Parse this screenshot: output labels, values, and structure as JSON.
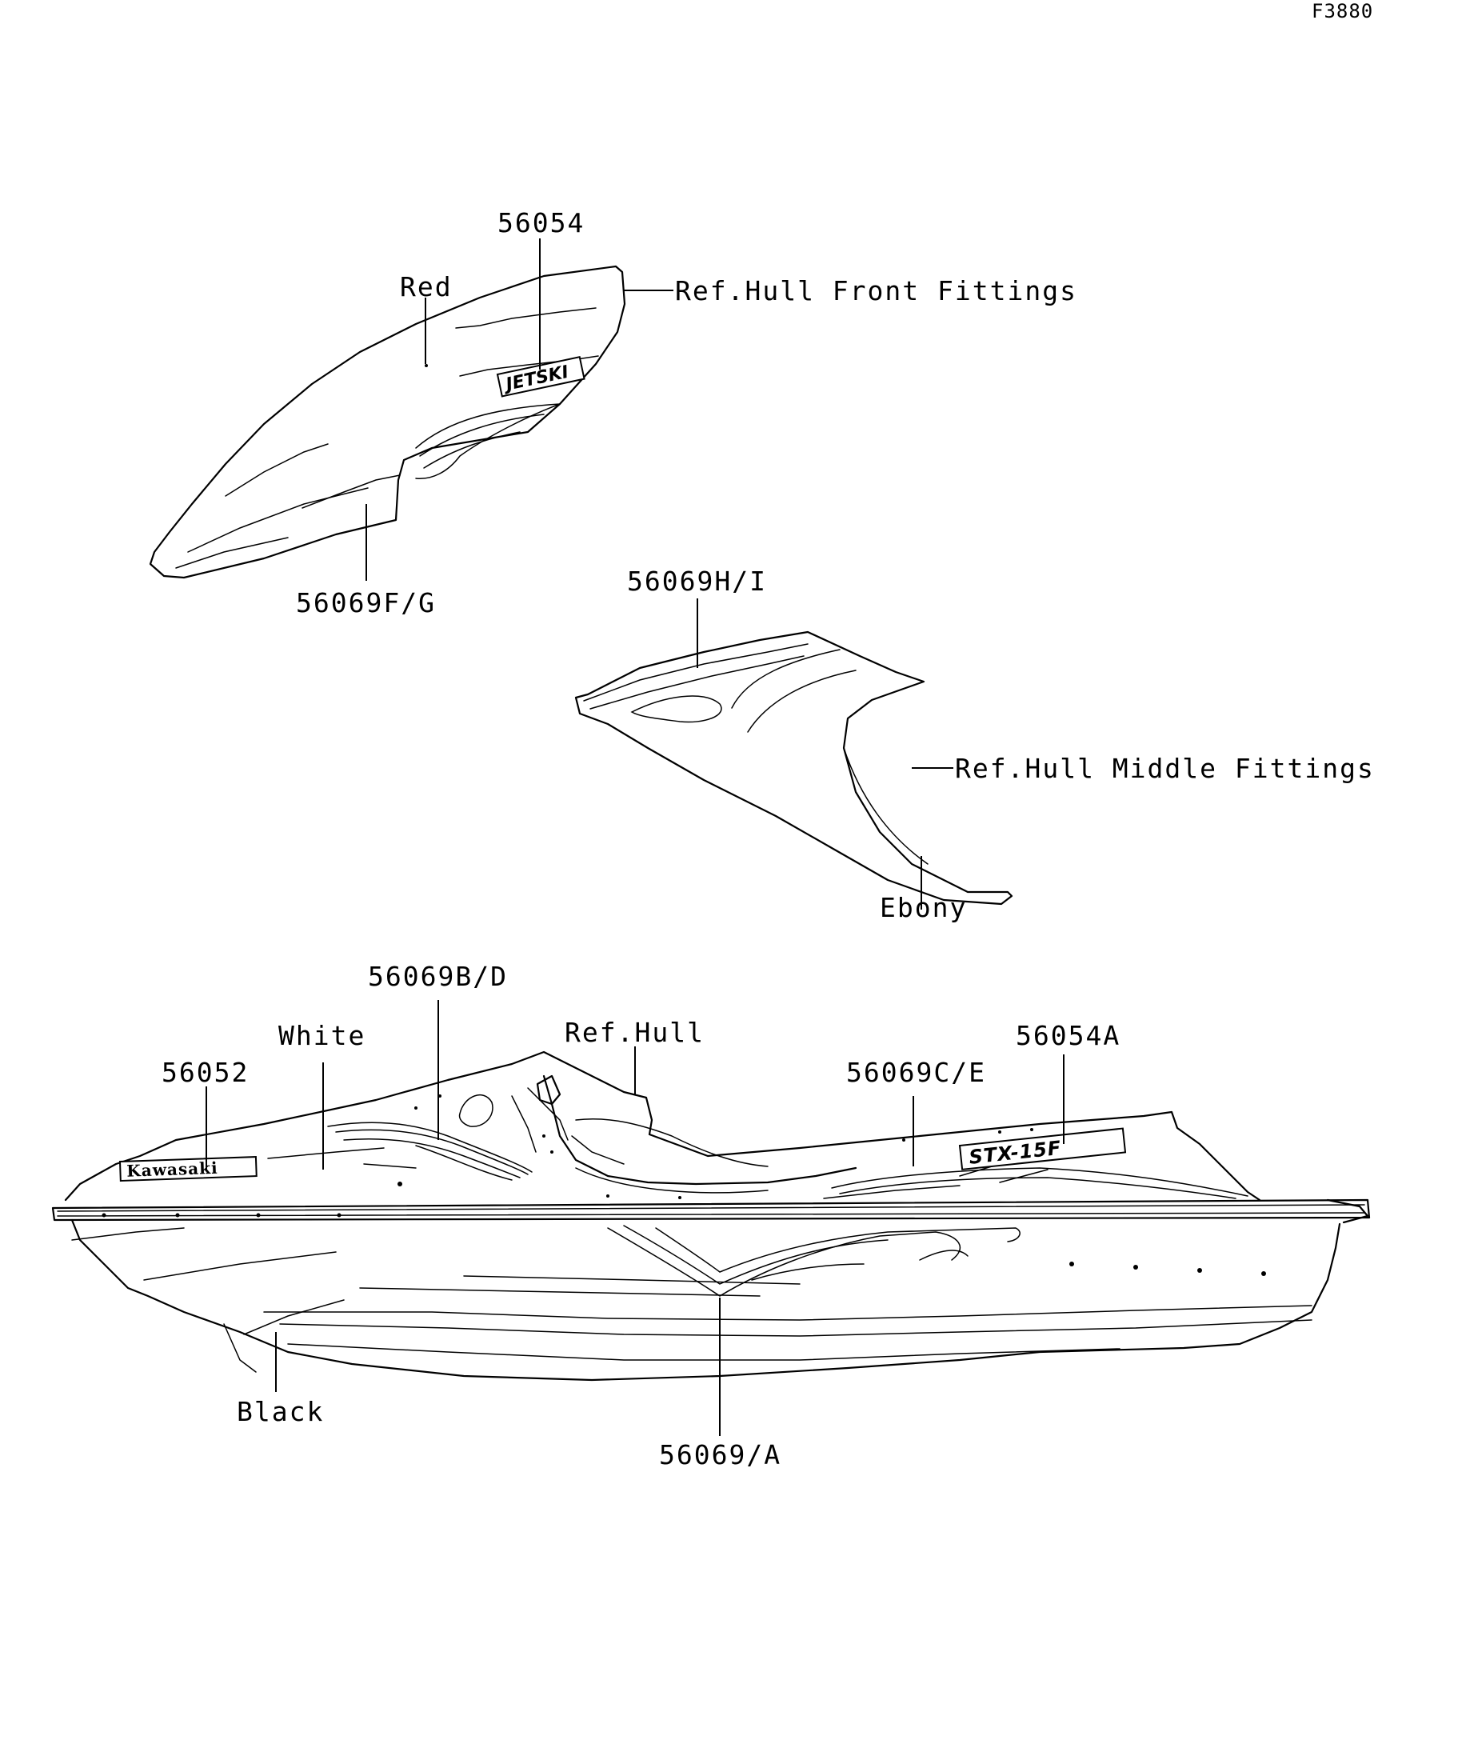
{
  "diagram_id": "F3880",
  "callouts": {
    "front_part": "56054",
    "front_color": "Red",
    "front_ref": "Ref.Hull Front Fittings",
    "front_stripe": "56069F/G",
    "middle_part": "56069H/I",
    "middle_ref": "Ref.Hull Middle Fittings",
    "middle_color": "Ebony",
    "hull_stripe_bd": "56069B/D",
    "hull_color_white": "White",
    "hull_ref": "Ref.Hull",
    "hull_logo_part": "56052",
    "hull_stripe_ce": "56069C/E",
    "hull_badge_part": "56054A",
    "hull_color_black": "Black",
    "hull_stripe_a": "56069/A"
  },
  "decal_text": {
    "jetski": "JETSKI",
    "kawasaki": "Kawasaki",
    "stx": "STX-15F"
  },
  "colors": {
    "line": "#000000",
    "background": "#ffffff"
  }
}
